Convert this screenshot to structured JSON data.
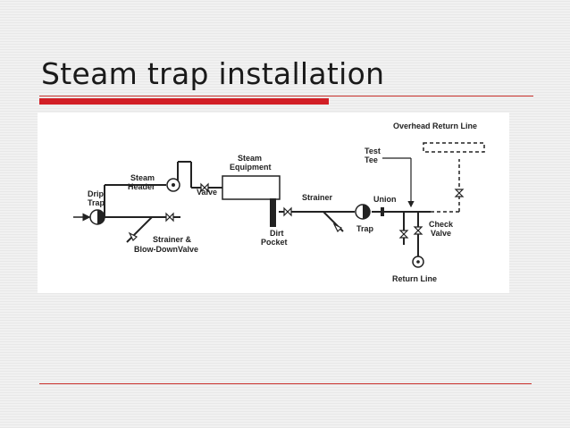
{
  "slide": {
    "title": "Steam trap installation"
  },
  "diagram": {
    "labels": {
      "drip_trap_1": "Drip",
      "drip_trap_2": "Trap",
      "steam_header_1": "Steam",
      "steam_header_2": "Header",
      "valve": "Valve",
      "steam_equipment_1": "Steam",
      "steam_equipment_2": "Equipment",
      "strainer_blowdown_1": "Strainer &",
      "strainer_blowdown_2": "Blow-DownValve",
      "dirt_pocket_1": "Dirt",
      "dirt_pocket_2": "Pocket",
      "strainer": "Strainer",
      "trap": "Trap",
      "test_tee_1": "Test",
      "test_tee_2": "Tee",
      "union": "Union",
      "check_valve_1": "Check",
      "check_valve_2": "Valve",
      "overhead_return_line": "Overhead Return Line",
      "return_line": "Return Line"
    }
  },
  "colors": {
    "accent": "#d21f26",
    "rule": "#c9302c",
    "ink": "#222222"
  }
}
